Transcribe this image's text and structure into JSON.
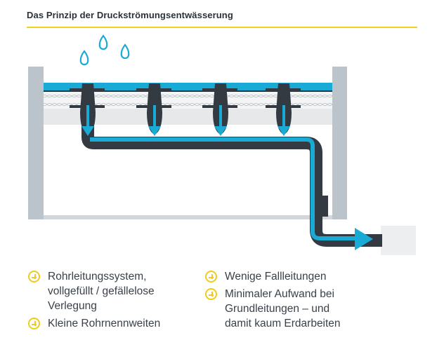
{
  "title": "Das Prinzip der Druckströmungsentwässerung",
  "features_left": [
    {
      "lines": [
        "Rohrleitungssystem,",
        "vollgefüllt / gefällelose",
        "Verlegung"
      ]
    },
    {
      "lines": [
        "Kleine Rohrnennweiten"
      ]
    }
  ],
  "features_right": [
    {
      "lines": [
        "Wenige Fallleitungen"
      ]
    },
    {
      "lines": [
        "Minimaler Aufwand bei",
        "Grundleitungen – und",
        "damit kaum Erdarbeiten"
      ]
    }
  ],
  "icons": {
    "drops": "water-drop-icon",
    "bullet": "plus-circle-icon"
  },
  "colors": {
    "accent_yellow": "#f2d21a",
    "water_blue": "#1aaad6",
    "pipe_dark": "#343a42",
    "wall_gray": "#bcc4cb",
    "layer_gray": "#e7e8e9"
  }
}
